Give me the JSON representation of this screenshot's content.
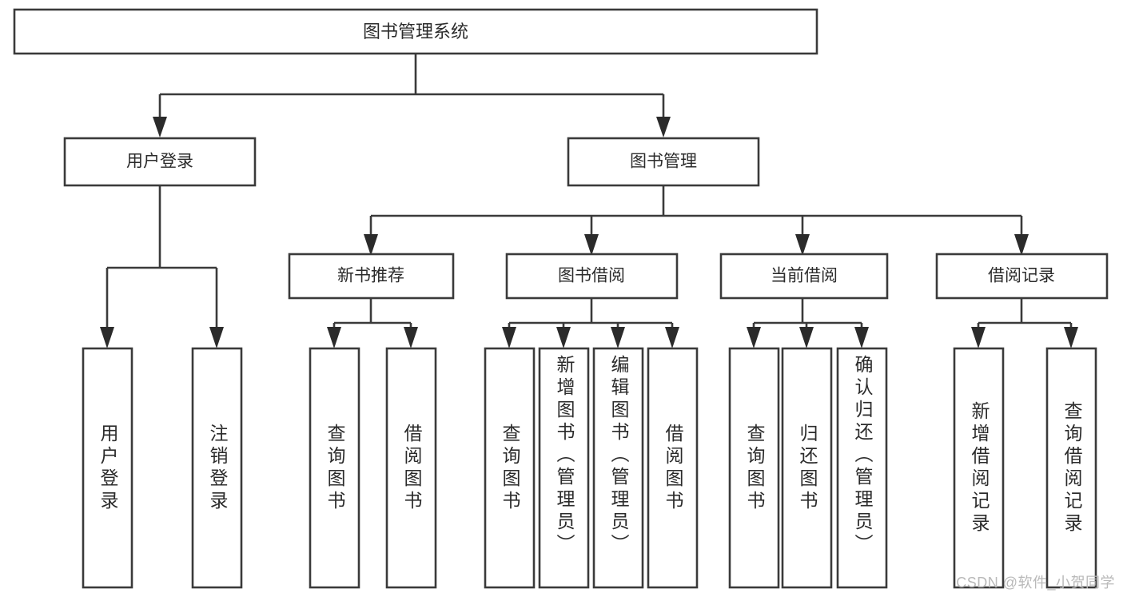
{
  "diagram": {
    "type": "tree-hierarchy",
    "title": "图书管理系统",
    "orientation": "top-down",
    "colors": {
      "box_stroke": "#3a3a3a",
      "box_fill": "#ffffff",
      "connector": "#3a3a3a",
      "text": "#2b2b2b",
      "watermark": "#b9b9b9"
    },
    "root": {
      "label": "图书管理系统"
    },
    "level2": [
      {
        "label": "用户登录"
      },
      {
        "label": "图书管理"
      }
    ],
    "level3": [
      {
        "label": "新书推荐"
      },
      {
        "label": "图书借阅"
      },
      {
        "label": "当前借阅"
      },
      {
        "label": "借阅记录"
      }
    ],
    "leaves": {
      "user_login": [
        {
          "label": "用户登录"
        },
        {
          "label": "注销登录"
        }
      ],
      "new_book_recommend": [
        {
          "label": "查询图书"
        },
        {
          "label": "借阅图书"
        }
      ],
      "book_borrow": [
        {
          "label": "查询图书"
        },
        {
          "label": "新增图书（管理员）"
        },
        {
          "label": "编辑图书（管理员）"
        },
        {
          "label": "借阅图书"
        }
      ],
      "current_borrow": [
        {
          "label": "查询图书"
        },
        {
          "label": "归还图书"
        },
        {
          "label": "确认归还（管理员）"
        }
      ],
      "borrow_record": [
        {
          "label": "新增借阅记录"
        },
        {
          "label": "查询借阅记录"
        }
      ]
    }
  },
  "watermark": {
    "text": "CSDN @软件_小贺同学"
  }
}
